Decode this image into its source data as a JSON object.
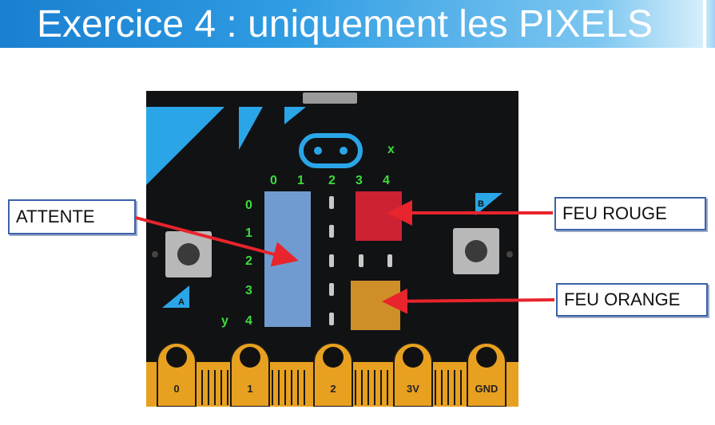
{
  "title": "Exercice 4 : uniquement les PIXELS",
  "labels": {
    "attente": "ATTENTE",
    "feu_rouge": "FEU ROUGE",
    "feu_orange": "FEU ORANGE"
  },
  "board": {
    "axis_x_label": "x",
    "axis_y_label": "y",
    "column_numbers": [
      "0",
      "1",
      "2",
      "3",
      "4"
    ],
    "row_numbers": [
      "0",
      "1",
      "2",
      "3",
      "4"
    ],
    "button_a": "A",
    "button_b": "B",
    "pins": [
      "0",
      "1",
      "2",
      "3V",
      "GND"
    ]
  },
  "colors": {
    "attente_zone": "#6f9bd0",
    "feu_rouge_zone": "#cc2233",
    "feu_orange_zone": "#cf8f28",
    "arrow": "#e8242c",
    "board_blue": "#2aa6e8",
    "board_gold": "#e8a020",
    "grid_digits": "#3cdc3c"
  }
}
